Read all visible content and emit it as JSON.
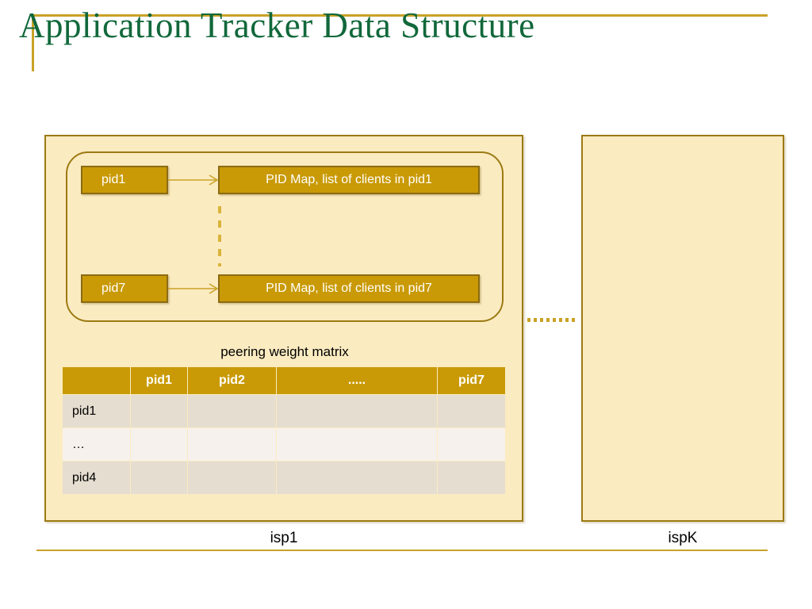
{
  "slide": {
    "title": "Application Tracker Data Structure",
    "accent_gold": "#C9A227",
    "title_green": "#11683B",
    "box_gold": "#C99A06",
    "panel_cream": "#FBEBC1",
    "border_brown": "#9C7A13"
  },
  "isp1": {
    "caption": "isp1",
    "pid_entries": [
      {
        "key": "pid1",
        "value": "PID Map, list of clients in pid1"
      },
      {
        "key": "pid7",
        "value": "PID Map, list of clients in pid7"
      }
    ],
    "matrix": {
      "caption": "peering weight matrix",
      "corner_header": "",
      "column_headers": [
        "pid1",
        "pid2",
        ".....",
        "pid7"
      ],
      "row_labels": [
        "pid1",
        "…",
        "pid4"
      ],
      "cells": [
        [
          "",
          "",
          "",
          ""
        ],
        [
          "",
          "",
          "",
          ""
        ],
        [
          "",
          "",
          "",
          ""
        ]
      ]
    }
  },
  "ispk": {
    "caption": "ispK"
  },
  "separator": {
    "horizontal_ellipsis": "........",
    "vertical_ellipsis": "dashed-line"
  }
}
